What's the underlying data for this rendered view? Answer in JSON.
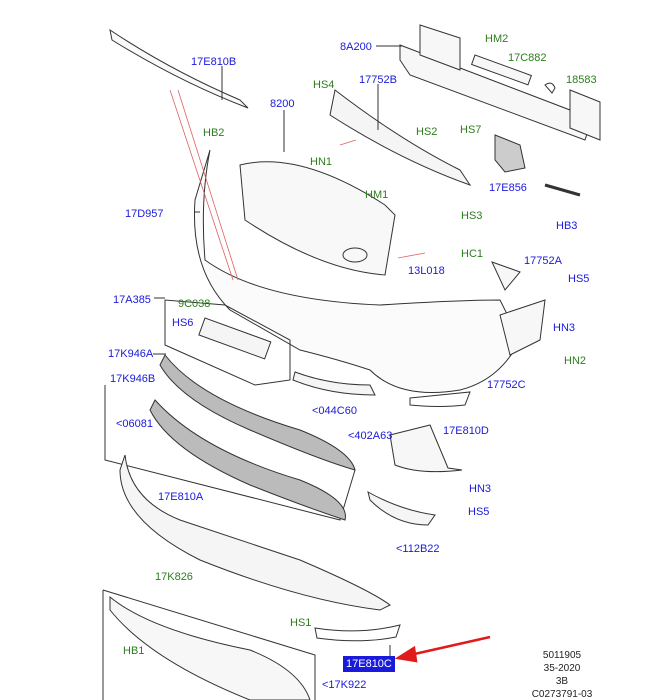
{
  "diagram": {
    "title": "Front bumper exploded parts diagram",
    "colors": {
      "part_label": "#1a1adb",
      "fastener_label": "#2d7d1e",
      "selection": "#1a1adb",
      "arrow": "#e01b1b",
      "guide_line": "#e06060"
    },
    "labels": [
      {
        "id": "17E810B",
        "text": "17E810B",
        "kind": "part"
      },
      {
        "id": "8200",
        "text": "8200",
        "kind": "part"
      },
      {
        "id": "HB2",
        "text": "HB2",
        "kind": "fastener"
      },
      {
        "id": "8A200",
        "text": "8A200",
        "kind": "part"
      },
      {
        "id": "HM2",
        "text": "HM2",
        "kind": "fastener"
      },
      {
        "id": "17C882",
        "text": "17C882",
        "kind": "fastener"
      },
      {
        "id": "18583",
        "text": "18583",
        "kind": "fastener"
      },
      {
        "id": "HS4",
        "text": "HS4",
        "kind": "fastener"
      },
      {
        "id": "17752B",
        "text": "17752B",
        "kind": "part"
      },
      {
        "id": "HS2",
        "text": "HS2",
        "kind": "fastener"
      },
      {
        "id": "HS7",
        "text": "HS7",
        "kind": "fastener"
      },
      {
        "id": "HN1",
        "text": "HN1",
        "kind": "fastener"
      },
      {
        "id": "17E856",
        "text": "17E856",
        "kind": "part"
      },
      {
        "id": "17D957",
        "text": "17D957",
        "kind": "part"
      },
      {
        "id": "HM1",
        "text": "HM1",
        "kind": "fastener"
      },
      {
        "id": "HS3",
        "text": "HS3",
        "kind": "fastener"
      },
      {
        "id": "HB3",
        "text": "HB3",
        "kind": "part"
      },
      {
        "id": "HC1",
        "text": "HC1",
        "kind": "fastener"
      },
      {
        "id": "13L018",
        "text": "13L018",
        "kind": "part"
      },
      {
        "id": "17752A",
        "text": "17752A",
        "kind": "part"
      },
      {
        "id": "HS5a",
        "text": "HS5",
        "kind": "part"
      },
      {
        "id": "17A385",
        "text": "17A385",
        "kind": "part"
      },
      {
        "id": "9C038",
        "text": "9C038",
        "kind": "fastener"
      },
      {
        "id": "HS6",
        "text": "HS6",
        "kind": "part"
      },
      {
        "id": "HN3a",
        "text": "HN3",
        "kind": "part"
      },
      {
        "id": "HN2",
        "text": "HN2",
        "kind": "fastener"
      },
      {
        "id": "17K946A",
        "text": "17K946A",
        "kind": "part"
      },
      {
        "id": "17752C",
        "text": "17752C",
        "kind": "part"
      },
      {
        "id": "17K946B",
        "text": "17K946B",
        "kind": "part"
      },
      {
        "id": "044C60",
        "text": "<044C60",
        "kind": "part"
      },
      {
        "id": "06081",
        "text": "<06081",
        "kind": "part"
      },
      {
        "id": "17E810D",
        "text": "17E810D",
        "kind": "part"
      },
      {
        "id": "402A63",
        "text": "<402A63",
        "kind": "part"
      },
      {
        "id": "17E810A",
        "text": "17E810A",
        "kind": "part"
      },
      {
        "id": "HN3b",
        "text": "HN3",
        "kind": "part"
      },
      {
        "id": "HS5b",
        "text": "HS5",
        "kind": "part"
      },
      {
        "id": "112B22",
        "text": "<112B22",
        "kind": "part"
      },
      {
        "id": "17K826",
        "text": "17K826",
        "kind": "fastener"
      },
      {
        "id": "HS1",
        "text": "HS1",
        "kind": "fastener"
      },
      {
        "id": "HB1",
        "text": "HB1",
        "kind": "fastener"
      },
      {
        "id": "17E810C",
        "text": "17E810C",
        "kind": "part",
        "selected": true
      },
      {
        "id": "17K922",
        "text": "<17K922",
        "kind": "part"
      }
    ],
    "reference": [
      "5011905",
      "35-2020",
      "3B",
      "C0273791-03"
    ]
  }
}
